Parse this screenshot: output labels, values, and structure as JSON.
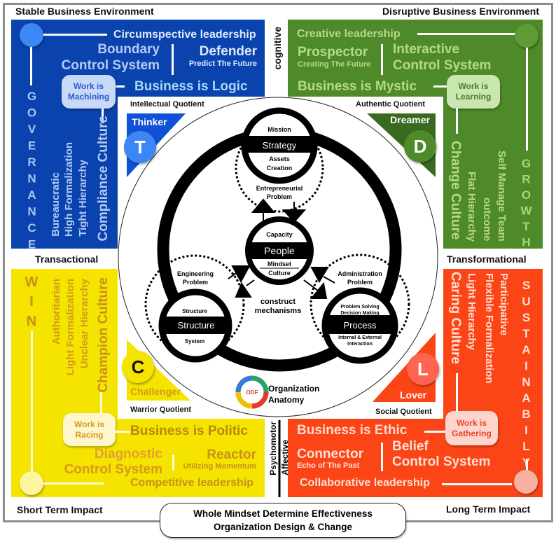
{
  "colors": {
    "governance_blue": "#0a43ad",
    "growth_green": "#4f8a2a",
    "win_yellow": "#f5e400",
    "sustainability_red": "#fc4517"
  },
  "labels": {
    "stable": "Stable Business Environment",
    "disruptive": "Disruptive Business Environment",
    "cognitive": "cognitive",
    "transactional": "Transactional",
    "transformational": "Transformational",
    "short_term": "Short Term Impact",
    "long_term": "Long Term Impact",
    "psychomotor": "Psychomotor",
    "affective": "Affective"
  },
  "footer": {
    "line1": "Whole Mindset Determine Effectiveness",
    "line2": "Organization Design & Change"
  },
  "governance": {
    "leadership": "Circumspective leadership",
    "control1": "Boundary",
    "control2": "Control System",
    "strategy": "Defender",
    "strategy_sub": "Predict The Future",
    "business": "Business is Logic",
    "work": "Work is Machining",
    "axis": "GOVERNANCE",
    "traits": [
      "Bureaucratic",
      "High Formalization",
      "Tight Hierarchy"
    ],
    "culture": "Compliance Culture",
    "quotient": "Intellectual Quotient",
    "persona": "Thinker",
    "initial": "T"
  },
  "growth": {
    "leadership": "Creative leadership",
    "strategy": "Prospector",
    "strategy_sub": "Creating The Future",
    "control1": "Interactive",
    "control2": "Control System",
    "business": "Business is Mystic",
    "work": "Work is Learning",
    "axis": "GROWTH",
    "traits": [
      "Self Manage Team",
      "outcome",
      "Flat Hierarchy"
    ],
    "culture": "Change Culture",
    "quotient": "Authentic Quotient",
    "persona": "Dreamer",
    "initial": "D"
  },
  "win": {
    "axis": "WIN",
    "traits": [
      "Authoritarian",
      "Light Formalization",
      "Unclear Hierarchy"
    ],
    "culture": "Champion Culture",
    "work": "Work is Racing",
    "business": "Business is  Politic",
    "control1": "Diagnostic",
    "control2": "Control System",
    "strategy": "Reactor",
    "strategy_sub": "Utilizing Momentum",
    "leadership": "Competitive leadership",
    "quotient": "Warrior Quotient",
    "persona": "Challenger",
    "initial": "C"
  },
  "sustainability": {
    "axis": "SUSTAINABILY",
    "traits": [
      "Participative",
      "Flexible Formalization",
      "Light Hierarchy"
    ],
    "culture": "Caring Culture",
    "work": "Work is Gathering",
    "business": "Business is Ethic",
    "strategy": "Connector",
    "strategy_sub": "Echo of The Past",
    "control1": "Belief",
    "control2": "Control System",
    "leadership": "Collaborative leadership",
    "quotient": "Social Quotient",
    "persona": "Lover",
    "initial": "L"
  },
  "anatomy": {
    "strategy": {
      "top": "Mission",
      "title": "Strategy",
      "bottom1": "Assets",
      "bottom2": "Creation"
    },
    "people": {
      "top": "Capacity",
      "title": "People",
      "bottom1": "Mindset",
      "bottom2": "Culture"
    },
    "structure": {
      "top": "Structure",
      "title": "Structure",
      "bottom1": "System"
    },
    "process": {
      "top1": "Problem Solving",
      "top2": "Decision Making",
      "title": "Process",
      "bottom1": "Internal & External",
      "bottom2": "Interaction"
    },
    "problems": {
      "entrepreneurial": [
        "Entrepreneurial",
        "Problem"
      ],
      "engineering": [
        "Engineering",
        "Problem"
      ],
      "administration": [
        "Administration",
        "Problem"
      ]
    },
    "center": [
      "construct",
      "mechanisms"
    ],
    "logo": "ODF",
    "caption": [
      "Organization",
      "Anatomy"
    ]
  }
}
